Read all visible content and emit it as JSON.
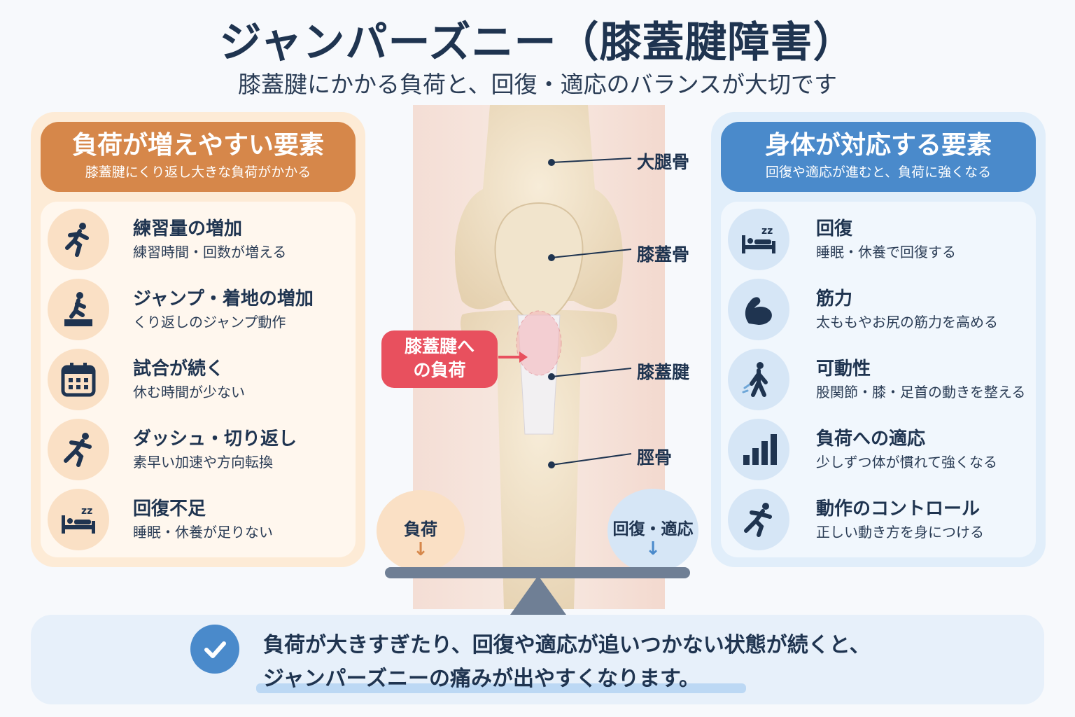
{
  "header": {
    "title": "ジャンパーズニー（膝蓋腱障害）",
    "subtitle": "膝蓋腱にかかる負荷と、回復・適応のバランスが大切です"
  },
  "left_panel": {
    "heading": "負荷が増えやすい要素",
    "subheading": "膝蓋腱にくり返し大きな負荷がかかる",
    "items": [
      {
        "icon": "running-person-icon",
        "title": "練習量の増加",
        "desc": "練習時間・回数が増える"
      },
      {
        "icon": "jumping-person-icon",
        "title": "ジャンプ・着地の増加",
        "desc": "くり返しのジャンプ動作"
      },
      {
        "icon": "calendar-icon",
        "title": "試合が続く",
        "desc": "休む時間が少ない"
      },
      {
        "icon": "sprinting-person-icon",
        "title": "ダッシュ・切り返し",
        "desc": "素早い加速や方向転換"
      },
      {
        "icon": "sleeping-bed-icon",
        "title": "回復不足",
        "desc": "睡眠・休養が足りない"
      }
    ]
  },
  "right_panel": {
    "heading": "身体が対応する要素",
    "subheading": "回復や適応が進むと、負荷に強くなる",
    "items": [
      {
        "icon": "sleeping-bed-icon",
        "title": "回復",
        "desc": "睡眠・休養で回復する"
      },
      {
        "icon": "flexed-arm-icon",
        "title": "筋力",
        "desc": "太ももやお尻の筋力を高める"
      },
      {
        "icon": "stretching-person-icon",
        "title": "可動性",
        "desc": "股関節・膝・足首の動きを整える"
      },
      {
        "icon": "bar-graph-icon",
        "title": "負荷への適応",
        "desc": "少しずつ体が慣れて強くなる"
      },
      {
        "icon": "running-person-icon",
        "title": "動作のコントロール",
        "desc": "正しい動き方を身につける"
      }
    ]
  },
  "anatomy": {
    "femur": "大腿骨",
    "patella": "膝蓋骨",
    "patellar_tendon": "膝蓋腱",
    "tibia": "脛骨",
    "callout_line1": "膝蓋腱へ",
    "callout_line2": "の負荷"
  },
  "balance": {
    "load_label": "負荷",
    "recovery_label": "回復・適応"
  },
  "note": {
    "line1": "負荷が大きすぎたり、回復や適応が追いつかない状態が続くと、",
    "line2": "ジャンパーズニーの痛みが出やすくなります。"
  },
  "colors": {
    "navy": "#1f3450",
    "orange": "#d6874a",
    "blue": "#4a8acb",
    "red": "#e8505e"
  }
}
